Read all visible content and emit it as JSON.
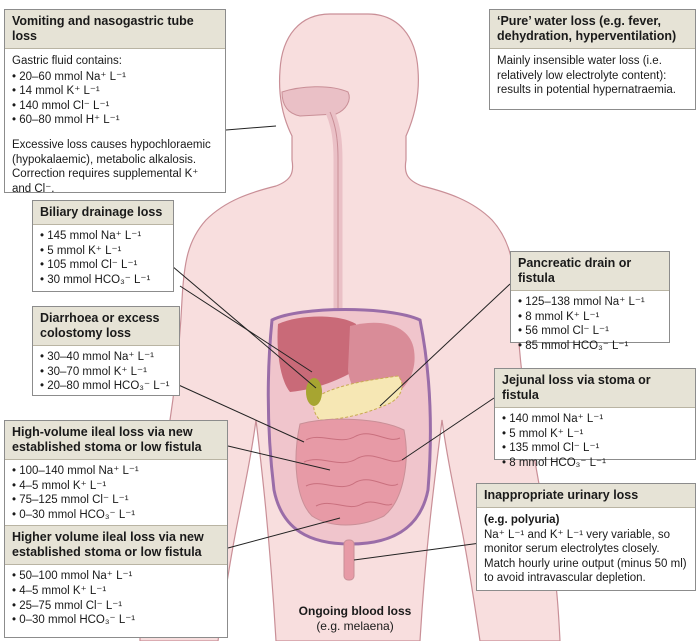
{
  "colors": {
    "body_fill": "#f8dede",
    "body_stroke": "#c98f97",
    "tract": "#eac0c6",
    "liver": "#c96a78",
    "stomach": "#d98c98",
    "pancreas": "#f6e7b4",
    "gallbladder": "#a7a531",
    "intestine": "#e79aa6",
    "colon_border": "#9a6da8",
    "header_bg": "#e6e3d6",
    "line": "#222222"
  },
  "boxes": {
    "vomiting": {
      "title": "Vomiting and nasogastric tube loss",
      "intro": "Gastric fluid contains:",
      "items": [
        "20–60 mmol Na⁺ L⁻¹",
        "14 mmol K⁺ L⁻¹",
        "140 mmol Cl⁻ L⁻¹",
        "60–80 mmol H⁺ L⁻¹"
      ],
      "note": "Excessive loss causes hypochloraemic (hypokalaemic), metabolic alkalosis. Correction requires supplemental K⁺ and Cl⁻."
    },
    "water": {
      "title": "‘Pure’ water loss (e.g. fever, dehydration, hyperventilation)",
      "text": "Mainly insensible water loss (i.e. relatively low electrolyte content): results in potential hypernatraemia."
    },
    "biliary": {
      "title": "Biliary drainage loss",
      "items": [
        "145 mmol Na⁺ L⁻¹",
        "5 mmol K⁺ L⁻¹",
        "105 mmol Cl⁻ L⁻¹",
        "30 mmol HCO₃⁻ L⁻¹"
      ]
    },
    "pancreatic": {
      "title": "Pancreatic drain or fistula",
      "items": [
        "125–138 mmol Na⁺ L⁻¹",
        "8 mmol K⁺ L⁻¹",
        "56 mmol Cl⁻ L⁻¹",
        "85 mmol HCO₃⁻ L⁻¹"
      ]
    },
    "diarrhoea": {
      "title": "Diarrhoea or excess colostomy loss",
      "items": [
        "30–40 mmol Na⁺ L⁻¹",
        "30–70 mmol K⁺ L⁻¹",
        "20–80 mmol HCO₃⁻ L⁻¹"
      ]
    },
    "jejunal": {
      "title": "Jejunal loss via stoma or fistula",
      "items": [
        "140 mmol Na⁺ L⁻¹",
        "5 mmol K⁺ L⁻¹",
        "135 mmol Cl⁻ L⁻¹",
        "8 mmol HCO₃⁻ L⁻¹"
      ]
    },
    "ileal": {
      "title": "High-volume ileal loss via new established stoma or low fistula",
      "items": [
        "100–140 mmol Na⁺ L⁻¹",
        "4–5 mmol K⁺ L⁻¹",
        "75–125 mmol Cl⁻ L⁻¹",
        "0–30 mmol HCO₃⁻ L⁻¹"
      ],
      "title2": "Higher volume ileal loss via new established stoma or low fistula",
      "items2": [
        "50–100 mmol Na⁺ L⁻¹",
        "4–5 mmol K⁺ L⁻¹",
        "25–75 mmol Cl⁻ L⁻¹",
        "0–30 mmol HCO₃⁻ L⁻¹"
      ]
    },
    "urinary": {
      "title": "Inappropriate urinary loss",
      "subtitle": "(e.g. polyuria)",
      "text": "Na⁺ L⁻¹ and K⁺ L⁻¹ very variable, so monitor serum electrolytes closely. Match hourly urine output (minus 50 ml) to avoid intravascular depletion."
    }
  },
  "blood_loss": {
    "title": "Ongoing blood loss",
    "subtitle": "(e.g. melaena)"
  }
}
